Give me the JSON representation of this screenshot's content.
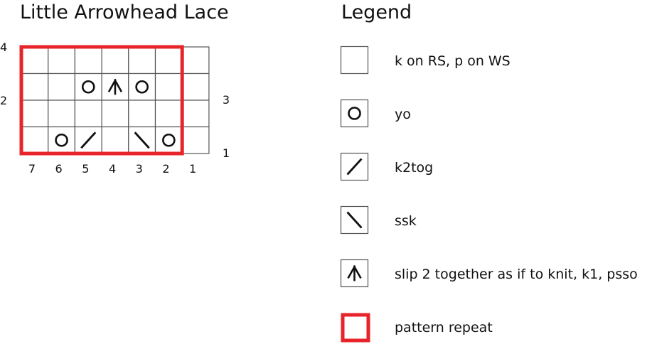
{
  "header": {
    "title": "Little Arrowhead Lace",
    "legend_title": "Legend"
  },
  "chart": {
    "column_numbers": [
      "7",
      "6",
      "5",
      "4",
      "3",
      "2",
      "1"
    ],
    "row_numbers_left": [
      {
        "label": "4",
        "row": 4
      },
      {
        "label": "2",
        "row": 2
      }
    ],
    "row_numbers_right": [
      {
        "label": "3",
        "row": 3
      },
      {
        "label": "1",
        "row": 1
      }
    ],
    "repeat": {
      "first_column": 2,
      "last_column": 7
    },
    "rows": [
      {
        "row": 4,
        "cells": [
          "knit",
          "knit",
          "knit",
          "knit",
          "knit",
          "knit",
          "knit"
        ]
      },
      {
        "row": 3,
        "cells": [
          "knit",
          "knit",
          "yo",
          "s2kp",
          "yo",
          "knit",
          "knit"
        ]
      },
      {
        "row": 2,
        "cells": [
          "knit",
          "knit",
          "knit",
          "knit",
          "knit",
          "knit",
          "knit"
        ]
      },
      {
        "row": 1,
        "cells": [
          "knit",
          "yo",
          "k2tog",
          "knit",
          "ssk",
          "yo",
          "knit"
        ]
      }
    ]
  },
  "legend": {
    "items": [
      {
        "symbol": "knit",
        "label": "k on RS, p on WS"
      },
      {
        "symbol": "yo",
        "label": "yo"
      },
      {
        "symbol": "k2tog",
        "label": "k2tog"
      },
      {
        "symbol": "ssk",
        "label": "ssk"
      },
      {
        "symbol": "s2kp",
        "label": "slip 2 together as if to knit, k1, psso"
      },
      {
        "symbol": "repeat",
        "label": "pattern repeat"
      }
    ]
  },
  "colors": {
    "grid": "#555555",
    "symbol": "#111111",
    "repeat": "#e8242b"
  }
}
